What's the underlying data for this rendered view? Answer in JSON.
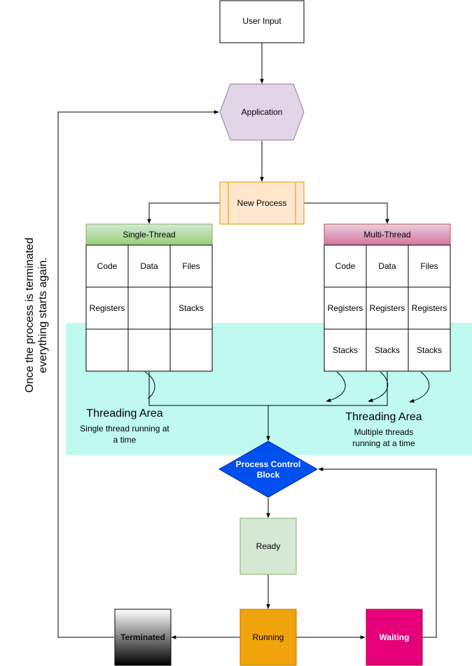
{
  "nodes": {
    "user_input": "User Input",
    "application": "Application",
    "new_process": "New Process",
    "pcb_line1": "Process Control",
    "pcb_line2": "Block",
    "ready": "Ready",
    "running": "Running",
    "terminated": "Terminated",
    "waiting": "Waiting"
  },
  "single_thread": {
    "header": "Single-Thread",
    "rows": [
      [
        "Code",
        "Data",
        "Files"
      ],
      [
        "Registers",
        "",
        "Stacks"
      ],
      [
        "",
        "",
        ""
      ]
    ]
  },
  "multi_thread": {
    "header": "Multi-Thread",
    "rows": [
      [
        "Code",
        "Data",
        "Files"
      ],
      [
        "Registers",
        "Registers",
        "Registers"
      ],
      [
        "Stacks",
        "Stacks",
        "Stacks"
      ]
    ]
  },
  "threading_left": {
    "title": "Threading Area",
    "desc_line1": "Single thread running at",
    "desc_line2": "a time"
  },
  "threading_right": {
    "title": "Threading Area",
    "desc_line1": "Multiple threads",
    "desc_line2": "running at a time"
  },
  "side_note": {
    "line1": "Once the process is terminated",
    "line2": "everything starts again."
  },
  "colors": {
    "threading_area": "#bff9ef",
    "application_fill": "#e1d5e7",
    "application_stroke": "#9673a6",
    "new_process_fill": "#ffe6cc",
    "new_process_stroke": "#d79b00",
    "single_header_fill": "#9fd28a",
    "multi_header_fill": "#d26a9f",
    "pcb_fill": "#0050ef",
    "ready_fill": "#d5e8d4",
    "ready_stroke": "#82b366",
    "running_fill": "#f0a30a",
    "waiting_fill": "#e6007a"
  }
}
